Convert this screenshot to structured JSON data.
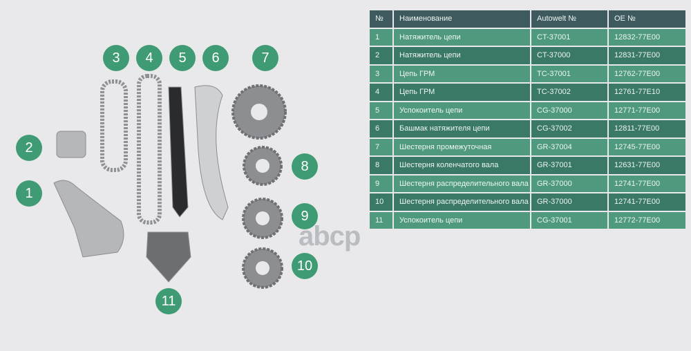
{
  "table": {
    "headers": [
      "№",
      "Наименование",
      "Autowelt №",
      "OE №"
    ],
    "rows": [
      [
        "1",
        "Натяжитель цепи",
        "CT-37001",
        "12832-77E00"
      ],
      [
        "2",
        "Натяжитель цепи",
        "CT-37000",
        "12831-77E00"
      ],
      [
        "3",
        "Цепь ГРМ",
        "TC-37001",
        "12762-77E00"
      ],
      [
        "4",
        "Цепь ГРМ",
        "TC-37002",
        "12761-77E10"
      ],
      [
        "5",
        "Успокоитель цепи",
        "CG-37000",
        "12771-77E00"
      ],
      [
        "6",
        "Башмак натяжителя цепи",
        "CG-37002",
        "12811-77E00"
      ],
      [
        "7",
        "Шестерня промежуточная",
        "GR-37004",
        "12745-77E00"
      ],
      [
        "8",
        "Шестерня коленчатого вала",
        "GR-37001",
        "12631-77E00"
      ],
      [
        "9",
        "Шестерня распределительного вала",
        "GR-37000",
        "12741-77E00"
      ],
      [
        "10",
        "Шестерня распределительного вала",
        "GR-37000",
        "12741-77E00"
      ],
      [
        "11",
        "Успокоитель цепи",
        "CG-37001",
        "12772-77E00"
      ]
    ]
  },
  "badges": [
    "1",
    "2",
    "3",
    "4",
    "5",
    "6",
    "7",
    "8",
    "9",
    "10",
    "11"
  ],
  "watermark": "abcp",
  "colors": {
    "badge": "#3f9b73",
    "header": "#3e5a5f",
    "row_light": "#4f9a7e",
    "row_dark": "#3a7868"
  }
}
